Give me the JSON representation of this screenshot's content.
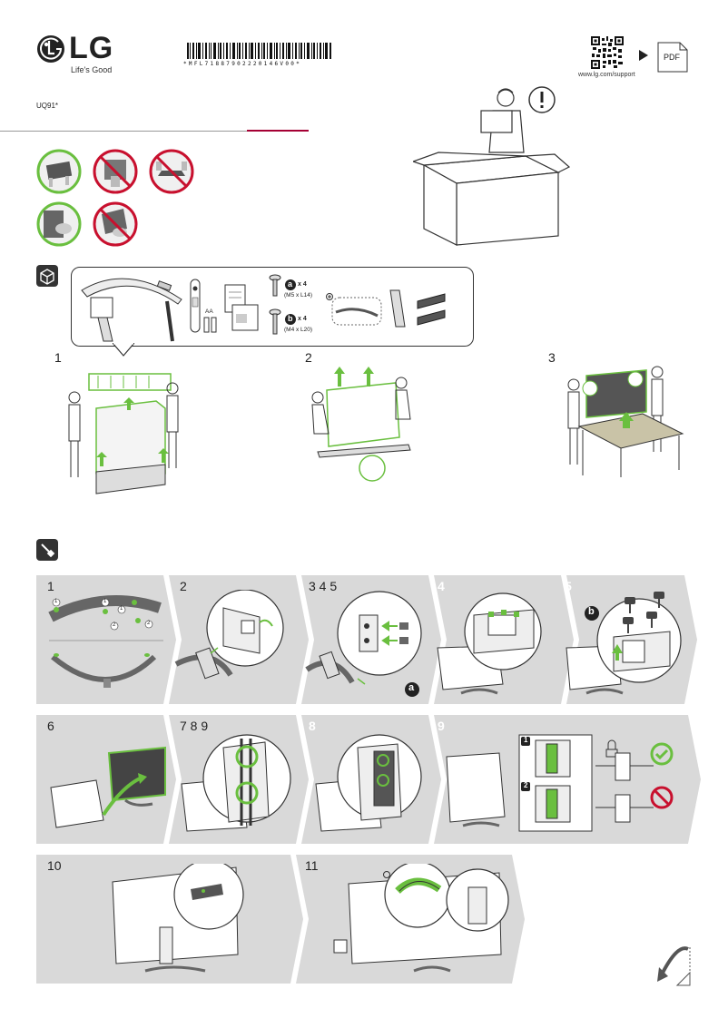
{
  "header": {
    "brand": "LG",
    "slogan": "Life's Good",
    "barcode_text": "*MFL71887902220146V00*",
    "model": "UQ91*",
    "support_url": "www.lg.com/support",
    "pdf_label": "PDF"
  },
  "parts": {
    "screw_a_letter": "a",
    "screw_a_qty": "x 4",
    "screw_a_size": "(M5 x L14)",
    "screw_b_letter": "b",
    "screw_b_qty": "x 4",
    "screw_b_size": "(M4 x L20)",
    "battery_label": "AA"
  },
  "unpack_steps": [
    "1",
    "2",
    "3"
  ],
  "assembly_steps": {
    "s1": "1",
    "s2": "2",
    "s345": "3 4 5",
    "s4": "4",
    "s5": "5",
    "s6": "6",
    "s789": "7 8 9",
    "s8": "8",
    "s9": "9",
    "s10": "10",
    "s11": "11"
  },
  "callouts": {
    "a": "a",
    "b": "b",
    "one": "1",
    "two": "2",
    "c1": "1",
    "c2": "2"
  },
  "colors": {
    "accent_green": "#6abf3f",
    "stop_red": "#c8102e",
    "lg_red": "#a50034",
    "panel_gray": "#d9d9d9"
  }
}
